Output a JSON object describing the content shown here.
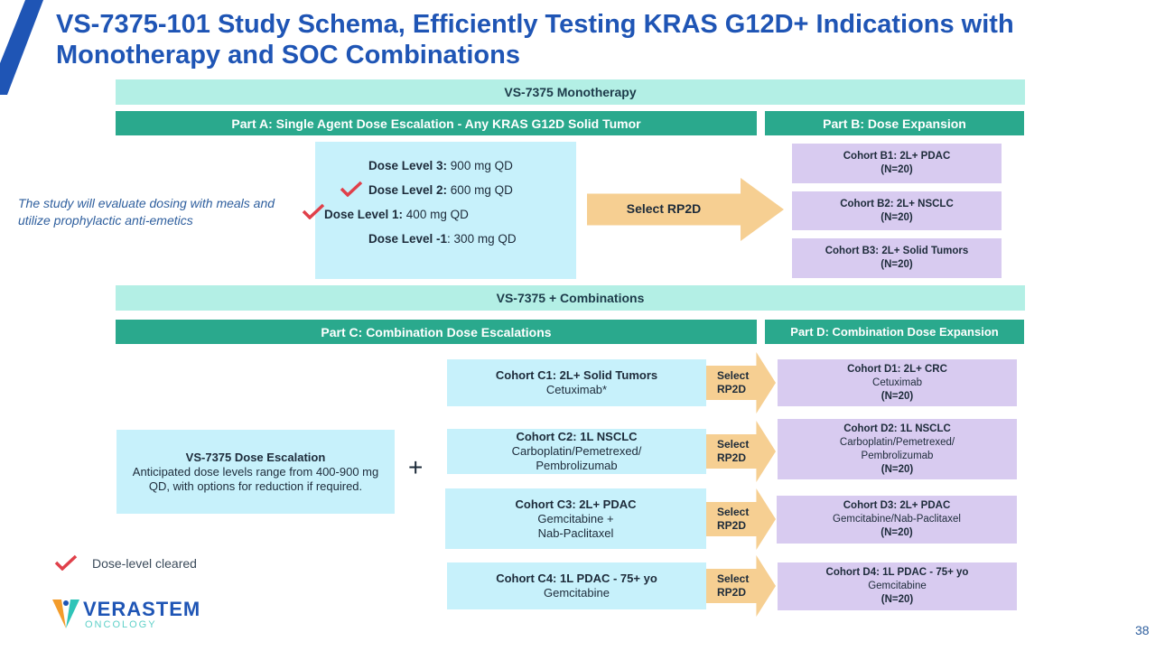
{
  "title": "VS-7375-101 Study Schema, Efficiently Testing KRAS G12D+ Indications with Monotherapy and SOC Combinations",
  "mono_band": "VS-7375 Monotherapy",
  "part_a": "Part A: Single Agent Dose Escalation - Any KRAS G12D Solid Tumor",
  "part_b": "Part B: Dose Expansion",
  "note": "The study will evaluate dosing with meals and utilize prophylactic anti-emetics",
  "dose_levels": [
    {
      "label": "Dose Level 3:",
      "value": " 900 mg QD"
    },
    {
      "label": "Dose Level 2:",
      "value": " 600 mg QD"
    },
    {
      "label": "Dose Level 1:",
      "value": " 400 mg QD"
    },
    {
      "label": "Dose Level -1",
      "value": ": 300 mg QD"
    }
  ],
  "select_rp2d": "Select RP2D",
  "cohorts_b": [
    {
      "name": "Cohort B1: 2L+ PDAC",
      "n": "(N=20)"
    },
    {
      "name": "Cohort B2: 2L+ NSCLC",
      "n": "(N=20)"
    },
    {
      "name": "Cohort B3: 2L+ Solid Tumors",
      "n": "(N=20)"
    }
  ],
  "combo_band": "VS-7375 + Combinations",
  "part_c": "Part C: Combination Dose Escalations",
  "part_d": "Part D: Combination Dose Expansion",
  "escalation": {
    "title": "VS-7375 Dose Escalation",
    "text": "Anticipated dose levels range from 400-900 mg QD, with options for reduction if required."
  },
  "plus": "+",
  "cohorts_c": [
    {
      "name": "Cohort C1: 2L+ Solid Tumors",
      "line1": "Cetuximab*",
      "line2": ""
    },
    {
      "name": "Cohort C2: 1L NSCLC",
      "line1": "Carboplatin/Pemetrexed/",
      "line2": "Pembrolizumab"
    },
    {
      "name": "Cohort C3: 2L+ PDAC",
      "line1": "Gemcitabine +",
      "line2": "Nab-Paclitaxel"
    },
    {
      "name": "Cohort C4: 1L PDAC - 75+ yo",
      "line1": "Gemcitabine",
      "line2": ""
    }
  ],
  "select_small": {
    "l1": "Select",
    "l2": "RP2D"
  },
  "cohorts_d": [
    {
      "name": "Cohort D1: 2L+ CRC",
      "line1": "Cetuximab",
      "line2": "",
      "n": "(N=20)"
    },
    {
      "name": "Cohort D2: 1L NSCLC",
      "line1": "Carboplatin/Pemetrexed/",
      "line2": "Pembrolizumab",
      "n": "(N=20)"
    },
    {
      "name": "Cohort D3: 2L+ PDAC",
      "line1": "Gemcitabine/Nab-Paclitaxel",
      "line2": "",
      "n": "(N=20)"
    },
    {
      "name": "Cohort D4: 1L PDAC - 75+ yo",
      "line1": "Gemcitabine",
      "line2": "",
      "n": "(N=20)"
    }
  ],
  "legend": "Dose-level cleared",
  "logo": {
    "name": "VERASTEM",
    "sub": "ONCOLOGY"
  },
  "page_number": "38",
  "colors": {
    "title": "#1f55b5",
    "bar": "#2aa98d",
    "band": "#b3efe5",
    "blue": "#c7f1fb",
    "purple": "#d8cbf0",
    "arrow": "#f6cf92",
    "check": "#e0404a"
  }
}
